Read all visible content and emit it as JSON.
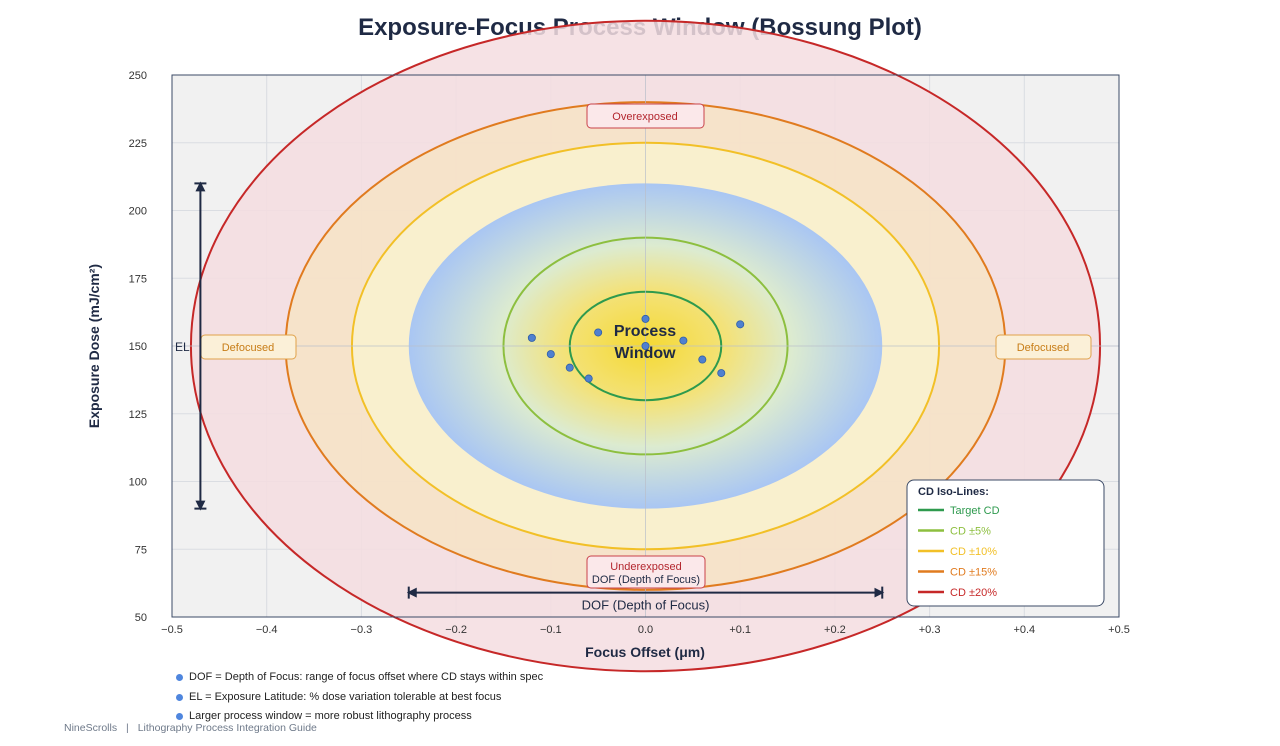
{
  "page": {
    "title": "Exposure-Focus Process Window (Bossung Plot)",
    "notes": [
      "DOF = Depth of Focus: range of focus offset where CD stays within spec",
      "EL = Exposure Latitude: % dose variation tolerable at best focus",
      "Larger process window = more robust lithography process"
    ],
    "footer": {
      "brand": "NineScrolls",
      "separator": "|",
      "text": "Lithography Process Integration Guide"
    }
  },
  "chart_data": {
    "type": "scatter",
    "title": "Exposure-Focus Process Window (Bossung Plot)",
    "xlabel": "Focus Offset (μm)",
    "ylabel": "Exposure Dose (mJ/cm²)",
    "xlim": [
      -0.5,
      0.5
    ],
    "ylim": [
      50,
      250
    ],
    "xticks": [
      {
        "value": -0.5,
        "label": "−0.5"
      },
      {
        "value": -0.4,
        "label": "−0.4"
      },
      {
        "value": -0.3,
        "label": "−0.3"
      },
      {
        "value": -0.2,
        "label": "−0.2"
      },
      {
        "value": -0.1,
        "label": "−0.1"
      },
      {
        "value": 0.0,
        "label": "0.0"
      },
      {
        "value": 0.1,
        "label": "+0.1"
      },
      {
        "value": 0.2,
        "label": "+0.2"
      },
      {
        "value": 0.3,
        "label": "+0.3"
      },
      {
        "value": 0.4,
        "label": "+0.4"
      },
      {
        "value": 0.5,
        "label": "+0.5"
      }
    ],
    "yticks": [
      {
        "value": 50,
        "label": "50"
      },
      {
        "value": 75,
        "label": "75"
      },
      {
        "value": 100,
        "label": "100"
      },
      {
        "value": 125,
        "label": "125"
      },
      {
        "value": 150,
        "label": "150"
      },
      {
        "value": 175,
        "label": "175"
      },
      {
        "value": 200,
        "label": "200"
      },
      {
        "value": 225,
        "label": "225"
      },
      {
        "value": 250,
        "label": "250"
      }
    ],
    "grid": true,
    "legend_position": "bottom-right",
    "legend_title": "CD Iso-Lines:",
    "center": {
      "x": 0.0,
      "y": 150
    },
    "iso_lines": [
      {
        "name": "CD ±20%",
        "rx": 0.48,
        "ry": 120,
        "color": "#c62828",
        "fill": "#f4dde0"
      },
      {
        "name": "CD ±15%",
        "rx": 0.38,
        "ry": 90,
        "color": "#e07b1f",
        "fill": "#f6e3c6"
      },
      {
        "name": "CD ±10%",
        "rx": 0.31,
        "ry": 75,
        "color": "#f2c027",
        "fill": "#f9f2cf"
      },
      {
        "name": "CD ±5%",
        "rx": 0.15,
        "ry": 40,
        "color": "#8dbf3f",
        "fill": "none"
      },
      {
        "name": "Target CD",
        "rx": 0.08,
        "ry": 20,
        "color": "#2e9a4e",
        "fill": "none"
      }
    ],
    "legend_order": [
      "Target CD",
      "CD ±5%",
      "CD ±10%",
      "CD ±15%",
      "CD ±20%"
    ],
    "window_gradient": {
      "inner": "#f5d932",
      "mid": "#dcebd0",
      "outer": "#a9c6f3",
      "rx": 0.25,
      "ry": 60
    },
    "points": [
      {
        "x": -0.12,
        "y": 153
      },
      {
        "x": -0.1,
        "y": 147
      },
      {
        "x": -0.08,
        "y": 142
      },
      {
        "x": -0.06,
        "y": 138
      },
      {
        "x": -0.05,
        "y": 155
      },
      {
        "x": 0.0,
        "y": 160
      },
      {
        "x": 0.0,
        "y": 150
      },
      {
        "x": 0.04,
        "y": 152
      },
      {
        "x": 0.06,
        "y": 145
      },
      {
        "x": 0.08,
        "y": 140
      },
      {
        "x": 0.1,
        "y": 158
      }
    ],
    "point_color": "#4f80cf",
    "center_label": [
      "Process",
      "Window"
    ],
    "annotations": {
      "overexposed": "Overexposed",
      "underexposed": "Underexposed",
      "defocused_left": "Defocused",
      "defocused_right": "Defocused",
      "dof_box": "DOF (Depth of Focus)",
      "dof_arrow": "DOF (Depth of Focus)",
      "el": "EL"
    },
    "dof_range": [
      -0.25,
      0.25
    ],
    "dof_arrow_y": 59,
    "el_range": [
      90,
      210
    ],
    "el_arrow_x": -0.47
  }
}
